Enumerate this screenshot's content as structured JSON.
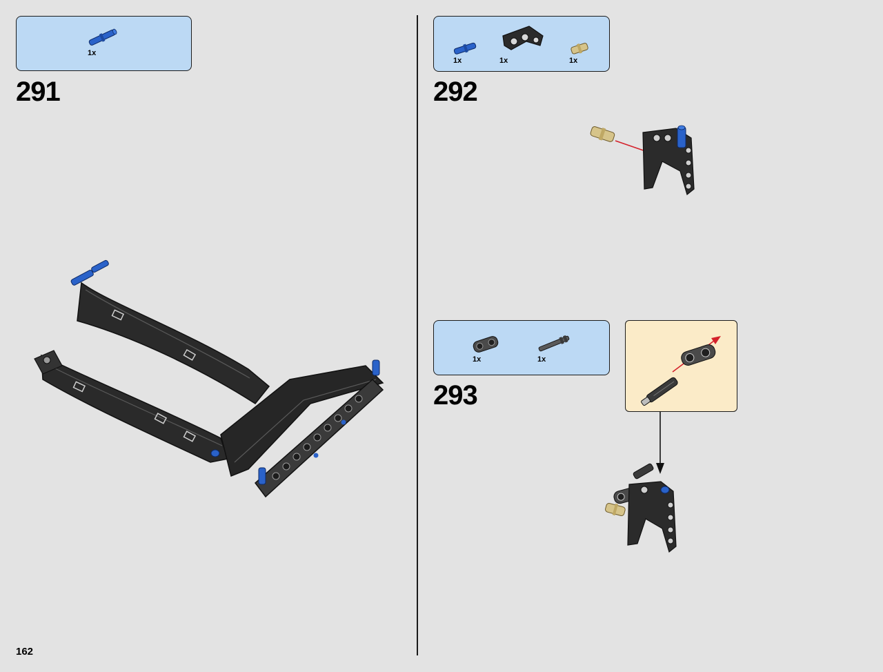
{
  "page": {
    "number": "162"
  },
  "steps": [
    {
      "number": "291",
      "parts": [
        {
          "qty": "1x",
          "icon": "blue-axle-pin-icon",
          "color": "#2a62c9"
        }
      ]
    },
    {
      "number": "292",
      "parts": [
        {
          "qty": "1x",
          "icon": "blue-axle-pin-icon",
          "color": "#2a62c9"
        },
        {
          "qty": "1x",
          "icon": "black-angled-beam-icon",
          "color": "#2b2b2b"
        },
        {
          "qty": "1x",
          "icon": "tan-pin-icon",
          "color": "#d6c48a"
        }
      ]
    },
    {
      "number": "293",
      "parts": [
        {
          "qty": "1x",
          "icon": "dark-cross-block-icon",
          "color": "#4a4a4a"
        },
        {
          "qty": "1x",
          "icon": "gray-axle-icon",
          "color": "#5a5a5a"
        }
      ]
    }
  ],
  "colors": {
    "background": "#e3e3e3",
    "callout": "#bcd9f4",
    "subassembly": "#fbebc8",
    "arrow": "#d4212b"
  }
}
